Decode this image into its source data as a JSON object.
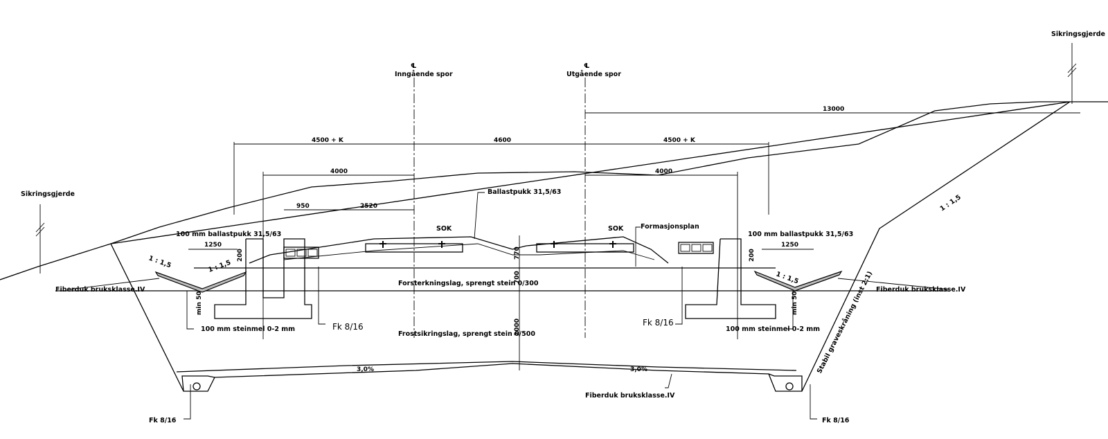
{
  "labels": {
    "fence_left": "Sikringsgjerde",
    "fence_right": "Sikringsgjerde",
    "centerline_symbol": "℄",
    "track_in": "Inngående spor",
    "track_out": "Utgående spor",
    "ballast_top": "Ballastpukk 31,5/63",
    "ballast_left": "100 mm ballastpukk 31,5/63",
    "ballast_right": "100 mm ballastpukk 31,5/63",
    "formation": "Formasjonsplan",
    "reinforcement": "Forsterkningslag, sprengt stein 0/300",
    "frost": "Frostsikringslag, sprengt stein 0/500",
    "fiber_left": "Fiberduk bruksklasse.IV",
    "fiber_right": "Fiberduk bruksklasse.IV",
    "fiber_bottom": "Fiberduk bruksklasse.IV",
    "sand_left": "100 mm steinmel 0-2 mm",
    "sand_right": "100 mm steinmel 0-2 mm",
    "fk_left": "Fk 8/16",
    "fk_right": "Fk 8/16",
    "fk_bl": "Fk 8/16",
    "fk_br": "Fk 8/16",
    "sok_left": "SOK",
    "sok_right": "SOK",
    "slope_note": "Stabil graveskråning (inst 2:1)",
    "slope_1_15_right": "1 : 1,5",
    "slope_ditch_l1": "1 : 1,5",
    "slope_ditch_l2": "1 : 1,5",
    "slope_ditch_r": "1 : 1,5"
  },
  "dimensions": {
    "d13000": "13000",
    "d4500_left": "4500 + K",
    "d4600": "4600",
    "d4500_right": "4500 + K",
    "d4000_left": "4000",
    "d4000_right": "4000",
    "d950": "950",
    "d2520": "2520",
    "d1250_left": "1250",
    "d1250_right": "1250",
    "d200_left": "200",
    "d200_right": "200",
    "d770": "770",
    "d700": "700",
    "d2000": "2000",
    "min50_left": "min 50",
    "min50_right": "min 50",
    "grade_left": "3,0%",
    "grade_right": "3,0%"
  }
}
